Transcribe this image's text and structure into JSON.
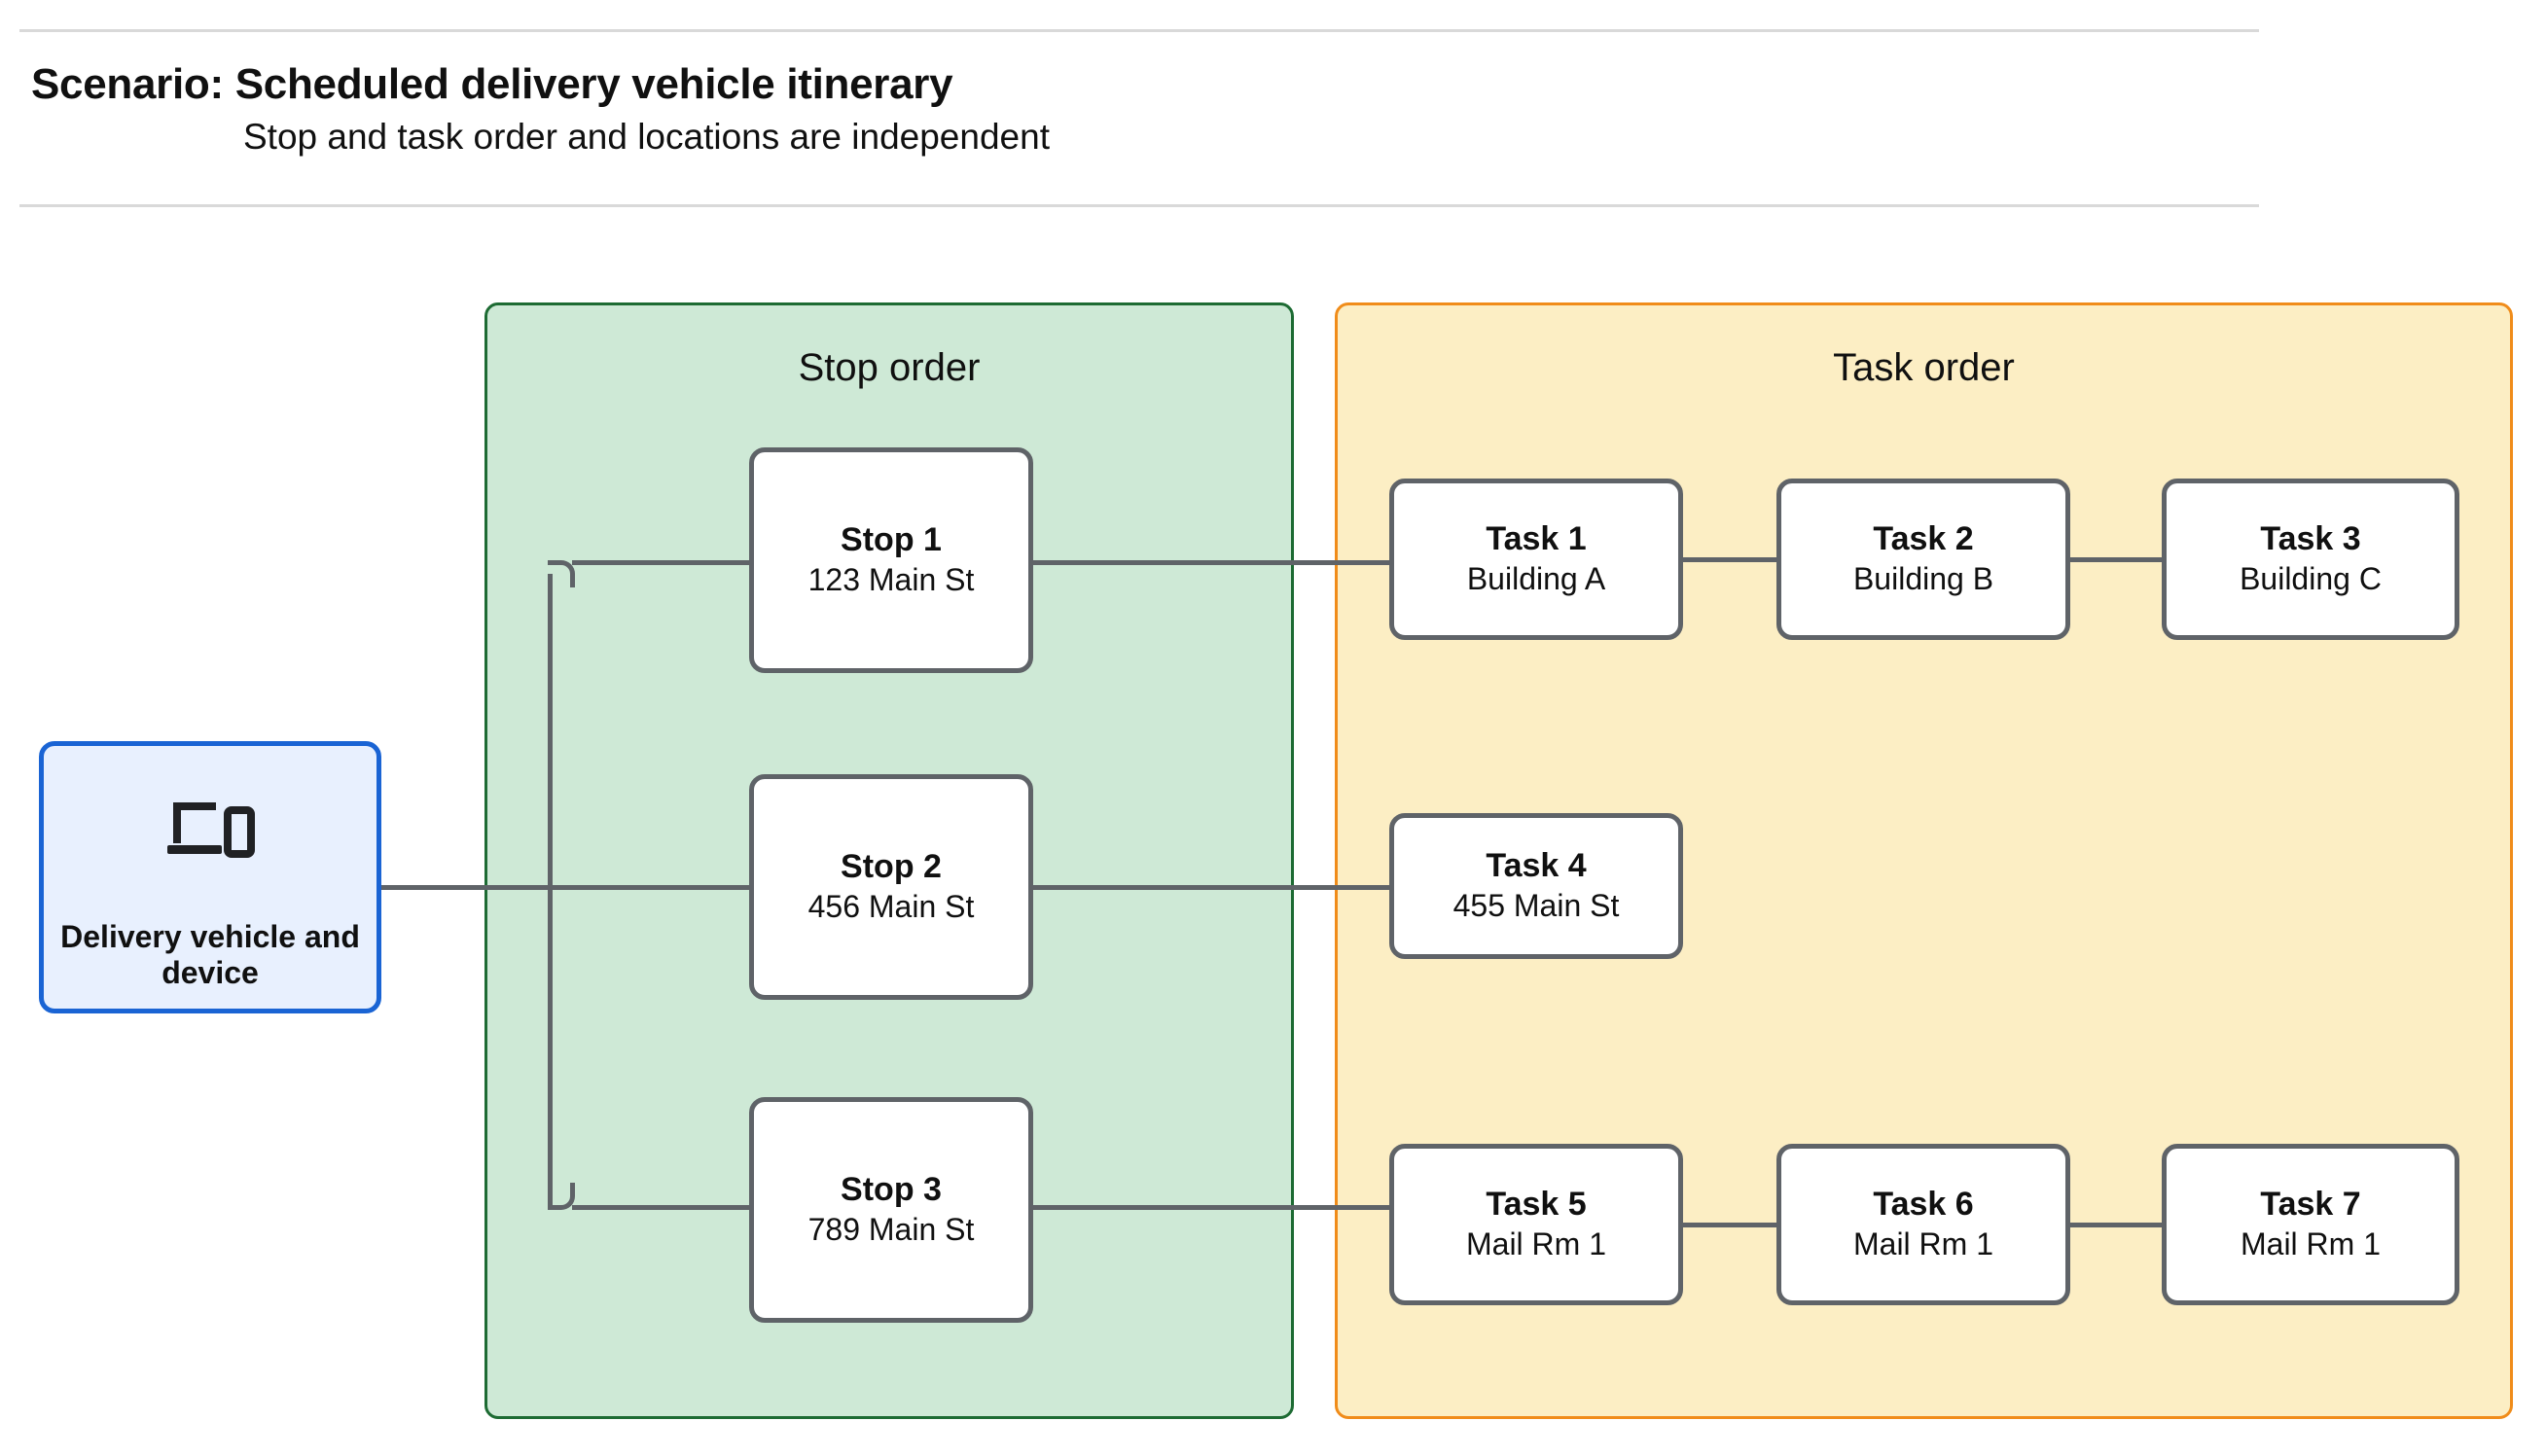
{
  "header": {
    "title": "Scenario: Scheduled delivery vehicle itinerary",
    "subtitle": "Stop and task order and locations are independent"
  },
  "panels": {
    "stop_order": {
      "title": "Stop order",
      "fill": "#cee9d6",
      "border": "#1d6b33"
    },
    "task_order": {
      "title": "Task order",
      "fill": "#fceec4",
      "border": "#f08c1a"
    }
  },
  "vehicle": {
    "label": "Delivery vehicle and device",
    "icon": "devices-icon",
    "fill": "#e8f0fe",
    "border": "#1a64d4"
  },
  "stops": [
    {
      "title": "Stop 1",
      "address": "123 Main St"
    },
    {
      "title": "Stop 2",
      "address": "456 Main St"
    },
    {
      "title": "Stop 3",
      "address": "789 Main St"
    }
  ],
  "tasks": [
    {
      "title": "Task 1",
      "location": "Building A"
    },
    {
      "title": "Task 2",
      "location": "Building B"
    },
    {
      "title": "Task 3",
      "location": "Building C"
    },
    {
      "title": "Task 4",
      "location": "455 Main St"
    },
    {
      "title": "Task 5",
      "location": "Mail Rm 1"
    },
    {
      "title": "Task 6",
      "location": "Mail Rm 1"
    },
    {
      "title": "Task 7",
      "location": "Mail Rm 1"
    }
  ],
  "colors": {
    "connector": "#5f6368",
    "node_border": "#5f6368",
    "node_fill": "#ffffff",
    "rule": "#d9d9d9",
    "text": "#101010"
  }
}
